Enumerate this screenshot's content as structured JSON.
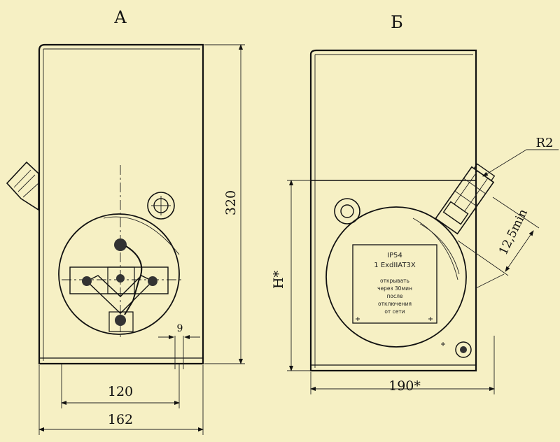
{
  "views": {
    "a": {
      "label": "А"
    },
    "b": {
      "label": "Б"
    }
  },
  "dimensions": {
    "height": "320",
    "inner_width": "120",
    "outer_width": "162",
    "offset": "9",
    "width_b": "190*",
    "h_star": "H*",
    "radius": "R2",
    "clearance": "12,5min"
  },
  "nameplate": {
    "line1": "IP54",
    "line2": "1 ExdIIAT3X",
    "line3": "открывать",
    "line4": "через 30мин",
    "line5": "после",
    "line6": "отключения",
    "line7": "от сети"
  }
}
